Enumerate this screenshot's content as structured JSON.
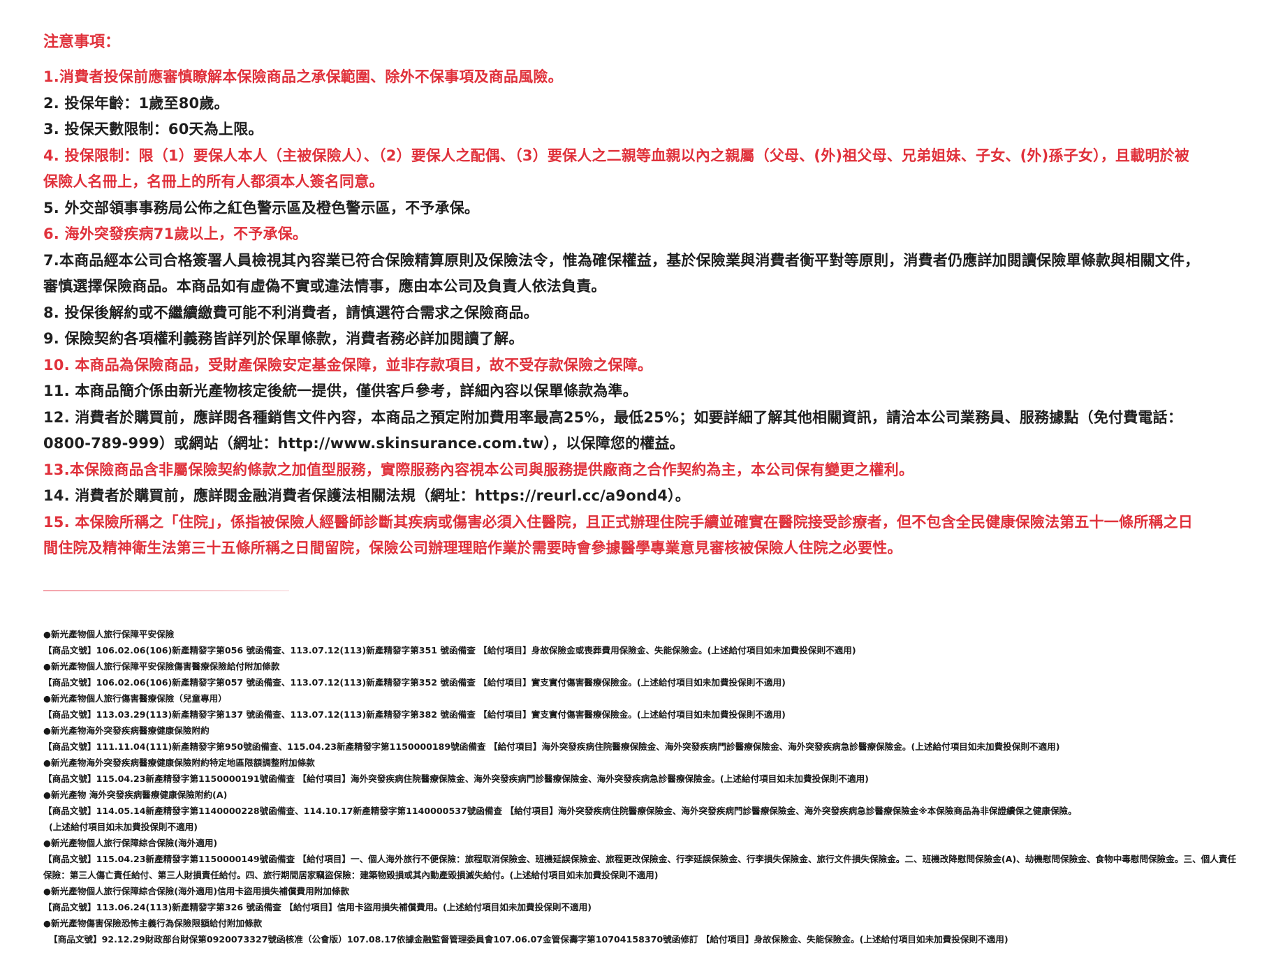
{
  "title": "注意事項：",
  "notes": [
    {
      "text": "1.消費者投保前應審慎瞭解本保險商品之承保範圍、除外不保事項及商品風險。",
      "color": "#e0313b"
    },
    {
      "text": "2. 投保年齡：1歲至80歲。",
      "color": "#1f1f1f"
    },
    {
      "text": "3. 投保天數限制：60天為上限。",
      "color": "#1f1f1f"
    },
    {
      "text": "4. 投保限制：限（1）要保人本人（主被保險人）、（2）要保人之配偶、（3）要保人之二親等血親以內之親屬（父母、(外)祖父母、兄弟姐妹、子女、(外)孫子女），且載明於被保險人名冊上，名冊上的所有人都須本人簽名同意。",
      "color": "#e0313b"
    },
    {
      "text": "5. 外交部領事事務局公佈之紅色警示區及橙色警示區，不予承保。",
      "color": "#1f1f1f"
    },
    {
      "text": "6. 海外突發疾病71歲以上，不予承保。",
      "color": "#e0313b"
    },
    {
      "text": "7.本商品經本公司合格簽署人員檢視其內容業已符合保險精算原則及保險法令，惟為確保權益，基於保險業與消費者衡平對等原則，消費者仍應詳加閱讀保險單條款與相關文件，審慎選擇保險商品。本商品如有虛偽不實或違法情事，應由本公司及負責人依法負責。",
      "color": "#1f1f1f"
    },
    {
      "text": "8. 投保後解約或不繼續繳費可能不利消費者，請慎選符合需求之保險商品。",
      "color": "#1f1f1f"
    },
    {
      "text": "9. 保險契約各項權利義務皆詳列於保單條款，消費者務必詳加閱讀了解。",
      "color": "#1f1f1f"
    },
    {
      "text": "10. 本商品為保險商品，受財產保險安定基金保障，並非存款項目，故不受存款保險之保障。",
      "color": "#e0313b"
    },
    {
      "text": "11. 本商品簡介係由新光產物核定後統一提供，僅供客戶參考，詳細內容以保單條款為準。",
      "color": "#1f1f1f"
    },
    {
      "text": "12. 消費者於購買前，應詳閱各種銷售文件內容，本商品之預定附加費用率最高25%，最低25%；如要詳細了解其他相關資訊，請洽本公司業務員、服務據點（免付費電話：0800-789-999）或網站（網址：http://www.skinsurance.com.tw），以保障您的權益。",
      "color": "#1f1f1f"
    },
    {
      "text": "13.本保險商品含非屬保險契約條款之加值型服務，實際服務內容視本公司與服務提供廠商之合作契約為主，本公司保有變更之權利。",
      "color": "#e0313b"
    },
    {
      "text": "14. 消費者於購買前，應詳閱金融消費者保護法相關法規（網址：https://reurl.cc/a9ond4）。",
      "color": "#1f1f1f"
    },
    {
      "text": "15. 本保險所稱之「住院」，係指被保險人經醫師診斷其疾病或傷害必須入住醫院，且正式辦理住院手續並確實在醫院接受診療者，但不包含全民健康保險法第五十一條所稱之日間住院及精神衛生法第三十五條所稱之日間留院，保險公司辦理理賠作業於需要時會參據醫學專業意見審核被保險人住院之必要性。",
      "color": "#e0313b"
    }
  ],
  "footnotes": [
    {
      "kind": "head",
      "text": "●新光產物個人旅行保障平安保險"
    },
    {
      "kind": "body",
      "text": "【商品文號】106.02.06(106)新產精發字第056 號函備查、113.07.12(113)新產精發字第351 號函備查 【給付項目】身故保險金或喪葬費用保險金、失能保險金。(上述給付項目如未加費投保則不適用)"
    },
    {
      "kind": "head",
      "text": "●新光產物個人旅行保障平安保險傷害醫療保險給付附加條款"
    },
    {
      "kind": "body",
      "text": "【商品文號】106.02.06(106)新產精發字第057 號函備查、113.07.12(113)新產精發字第352 號函備查 【給付項目】實支實付傷害醫療保險金。(上述給付項目如未加費投保則不適用)"
    },
    {
      "kind": "head",
      "text": "●新光產物個人旅行傷害醫療保險（兒童專用）"
    },
    {
      "kind": "body",
      "text": "【商品文號】113.03.29(113)新產精發字第137 號函備查、113.07.12(113)新產精發字第382 號函備查 【給付項目】實支實付傷害醫療保險金。(上述給付項目如未加費投保則不適用)"
    },
    {
      "kind": "head",
      "text": "●新光產物海外突發疾病醫療健康保險附約"
    },
    {
      "kind": "body",
      "text": "【商品文號】111.11.04(111)新產精發字第950號函備查、115.04.23新產精發字第1150000189號函備查 【給付項目】海外突發疾病住院醫療保險金、海外突發疾病門診醫療保險金、海外突發疾病急診醫療保險金。(上述給付項目如未加費投保則不適用)"
    },
    {
      "kind": "head",
      "text": "●新光產物海外突發疾病醫療健康保險附約特定地區限額調整附加條款"
    },
    {
      "kind": "body",
      "text": "【商品文號】115.04.23新產精發字第1150000191號函備查 【給付項目】海外突發疾病住院醫療保險金、海外突發疾病門診醫療保險金、海外突發疾病急診醫療保險金。(上述給付項目如未加費投保則不適用)"
    },
    {
      "kind": "head",
      "text": "●新光產物 海外突發疾病醫療健康保險附約(A)"
    },
    {
      "kind": "body",
      "text": "【商品文號】114.05.14新產精發字第1140000228號函備查、114.10.17新產精發字第1140000537號函備查 【給付項目】海外突發疾病住院醫療保險金、海外突發疾病門診醫療保險金、海外突發疾病急診醫療保險金※本保險商品為非保證續保之健康保險。"
    },
    {
      "kind": "indent",
      "text": "(上述給付項目如未加費投保則不適用)"
    },
    {
      "kind": "head",
      "text": "●新光產物個人旅行保障綜合保險(海外適用)"
    },
    {
      "kind": "wrap",
      "text": "【商品文號】115.04.23新產精發字第1150000149號函備查 【給付項目】一、個人海外旅行不便保險：旅程取消保險金、班機延誤保險金、旅程更改保險金、行李延誤保險金、行李損失保險金、旅行文件損失保險金。二、班機改降慰問保險金(A)、劫機慰問保險金、食物中毒慰問保險金。三、個人責任保險：第三人傷亡責任給付、第三人財損責任給付。四、旅行期間居家竊盜保險：建築物毀損或其內動產毀損滅失給付。(上述給付項目如未加費投保則不適用)"
    },
    {
      "kind": "head",
      "text": "●新光產物個人旅行保障綜合保險(海外適用)信用卡盜用損失補償費用附加條款"
    },
    {
      "kind": "body",
      "text": "【商品文號】113.06.24(113)新產精發字第326 號函備查 【給付項目】信用卡盜用損失補償費用。(上述給付項目如未加費投保則不適用)"
    },
    {
      "kind": "head",
      "text": "●新光產物傷害保險恐怖主義行為保險限額給付附加條款"
    },
    {
      "kind": "indent",
      "text": "【商品文號】92.12.29財政部台財保第0920073327號函核准（公會版）107.08.17依據金融監督管理委員會107.06.07金管保壽字第10704158370號函修訂 【給付項目】身故保險金、失能保險金。(上述給付項目如未加費投保則不適用)"
    }
  ]
}
